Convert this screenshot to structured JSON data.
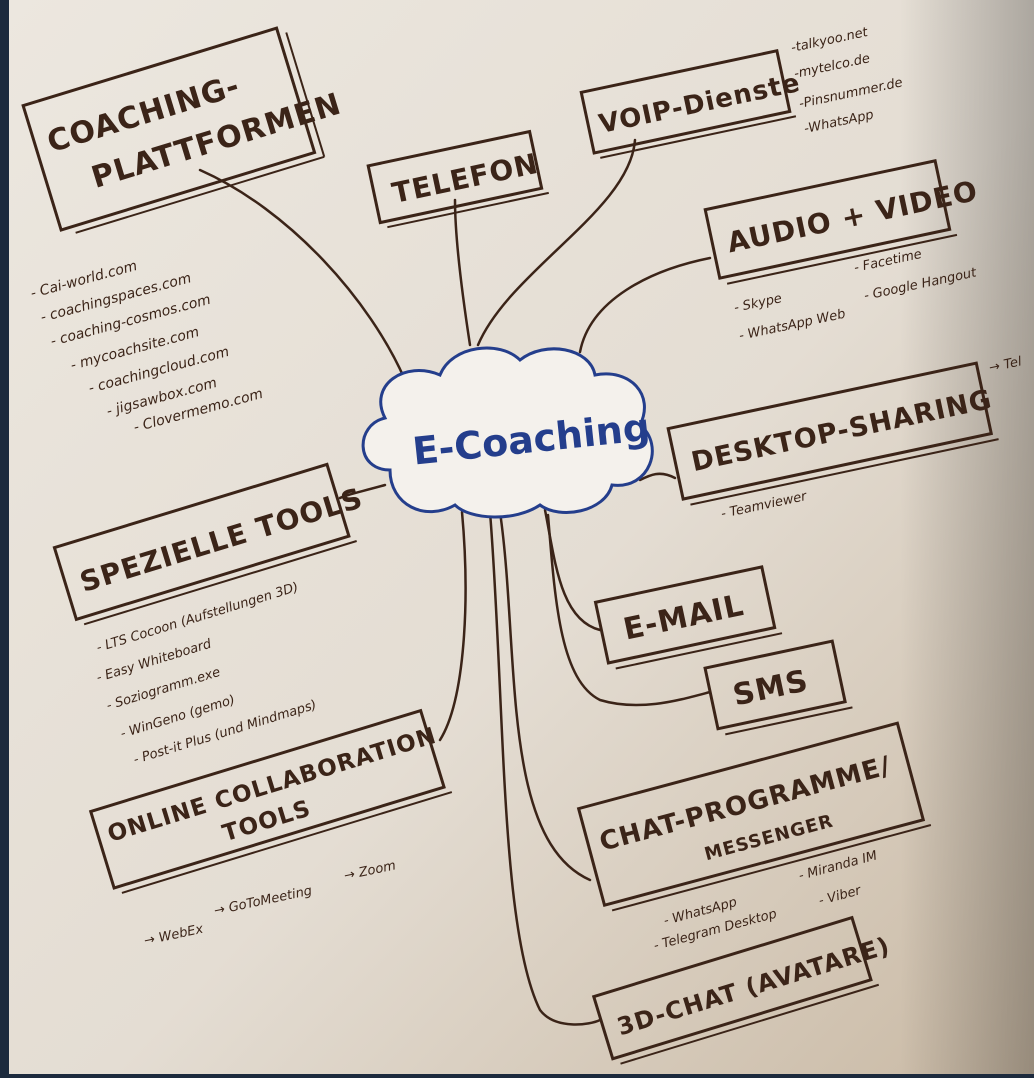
{
  "center": {
    "label": "E-Coaching"
  },
  "branches": [
    {
      "id": "coaching-plattformen",
      "lines": [
        "COACHING-",
        "PLATTFORMEN"
      ],
      "notes": [
        "- Cai-world.com",
        "- coachingspaces.com",
        "- coaching-cosmos.com",
        "- mycoachsite.com",
        "- coachingcloud.com",
        "- jigsawbox.com",
        "- Clovermemo.com"
      ]
    },
    {
      "id": "telefon",
      "lines": [
        "TELEFON"
      ],
      "notes": []
    },
    {
      "id": "voip-dienste",
      "lines": [
        "VOIP-Dienste"
      ],
      "notes": [
        "-talkyoo.net",
        "-mytelco.de",
        "-Pinsnummer.de",
        "-WhatsApp"
      ]
    },
    {
      "id": "audio-video",
      "lines": [
        "AUDIO + VIDEO"
      ],
      "notes": [
        "- Skype",
        "- WhatsApp Web",
        "- Facetime",
        "- Google Hangout"
      ]
    },
    {
      "id": "desktop-sharing",
      "lines": [
        "DESKTOP-SHARING"
      ],
      "notes": [
        "- Teamviewer",
        "→ Tel"
      ]
    },
    {
      "id": "spezielle-tools",
      "lines": [
        "SPEZIELLE TOOLS"
      ],
      "notes": [
        "- LTS Cocoon (Aufstellungen 3D)",
        "- Easy Whiteboard",
        "- Soziogramm.exe",
        "- WinGeno (gemo)",
        "- Post-it Plus (und Mindmaps)"
      ]
    },
    {
      "id": "e-mail",
      "lines": [
        "E-MAIL"
      ],
      "notes": []
    },
    {
      "id": "sms",
      "lines": [
        "SMS"
      ],
      "notes": []
    },
    {
      "id": "online-collaboration-tools",
      "lines": [
        "ONLINE COLLABORATION",
        "TOOLS"
      ],
      "notes": [
        "→ WebEx",
        "→ GoToMeeting",
        "→ Zoom"
      ]
    },
    {
      "id": "chat-programme",
      "lines": [
        "CHAT-PROGRAMME/",
        "MESSENGER"
      ],
      "notes": [
        "- WhatsApp",
        "- Telegram Desktop",
        "- Miranda IM",
        "- Viber"
      ]
    },
    {
      "id": "3d-chat",
      "lines": [
        "3D-CHAT (AVATARE)"
      ],
      "notes": []
    }
  ],
  "colors": {
    "frame": "#1c2a3d",
    "paper": "#e7e1d8",
    "ink": "#3b2418",
    "center_text": "#243e8c",
    "center_outline": "#243e8c"
  }
}
